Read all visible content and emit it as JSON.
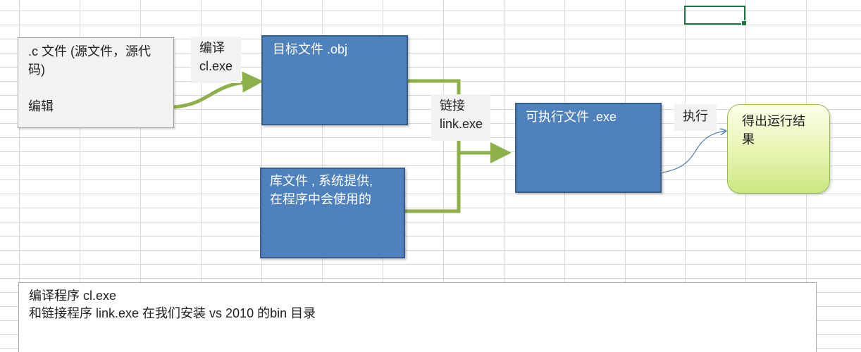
{
  "diagram": {
    "source_box": {
      "line1": ".c 文件 (源文件，源代",
      "line2": "码)",
      "line3": "编辑"
    },
    "compile_label": {
      "line1": "编译",
      "line2": "cl.exe"
    },
    "object_box": {
      "line1": "目标文件 .obj"
    },
    "library_box": {
      "line1": "库文件 , 系统提供,",
      "line2": "在程序中会使用的"
    },
    "link_label": {
      "line1": "链接",
      "line2": "link.exe"
    },
    "executable_box": {
      "line1": "可执行文件 .exe"
    },
    "run_label": {
      "line1": "执行"
    },
    "result_box": {
      "line1": "得出运行结",
      "line2": "果"
    },
    "note_box": {
      "line1": "编译程序  cl.exe",
      "line2": "和链接程序 link.exe  在我们安装 vs 2010 的bin 目录"
    }
  },
  "colors": {
    "box_blue": "#4f81bd",
    "box_blue_border": "#385d8a",
    "arrow_green": "#8db04a",
    "arrow_blue": "#4f81bd",
    "grid_line": "#d9d9d9",
    "selection_green": "#217346",
    "result_fill": "#e6f4b0"
  }
}
